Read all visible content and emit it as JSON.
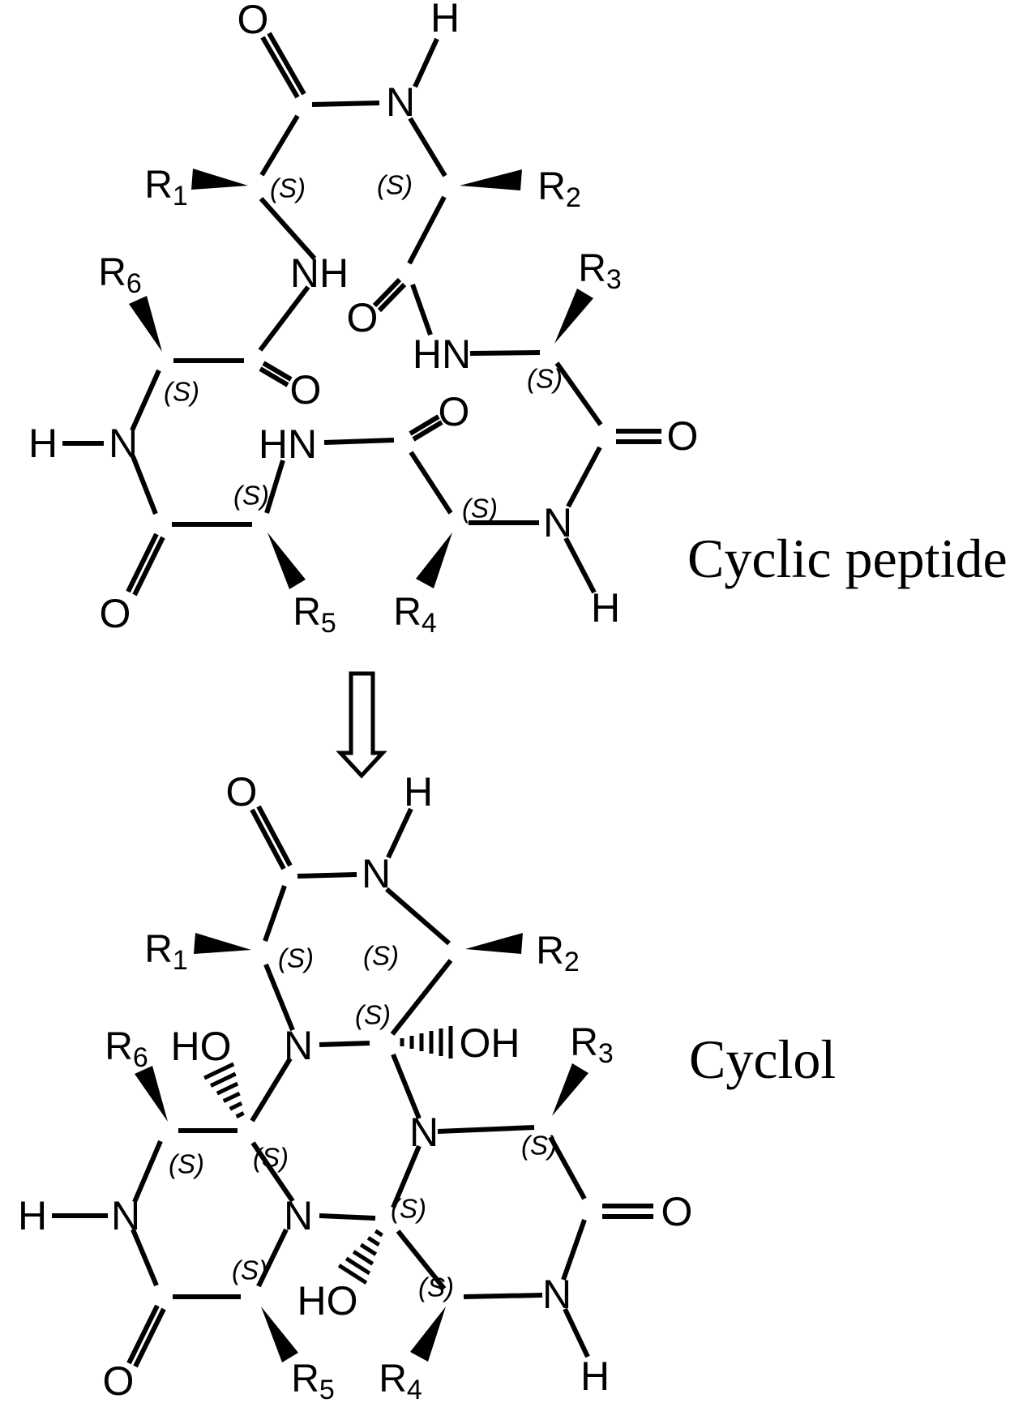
{
  "structures": {
    "top": {
      "name": "Cyclic peptide"
    },
    "bottom": {
      "name": "Cyclol"
    }
  },
  "atoms": {
    "oxygen": "O",
    "nitrogen": "N",
    "hydrogen": "H",
    "nh": "NH",
    "hn": "HN",
    "ho": "HO",
    "oh": "OH"
  },
  "stereo": "(S)",
  "r": "R",
  "subs": {
    "1": "1",
    "2": "2",
    "3": "3",
    "4": "4",
    "5": "5",
    "6": "6"
  },
  "arrow": {
    "icon": "down-arrow"
  },
  "colors": {
    "ink": "#000000",
    "background": "#ffffff"
  }
}
